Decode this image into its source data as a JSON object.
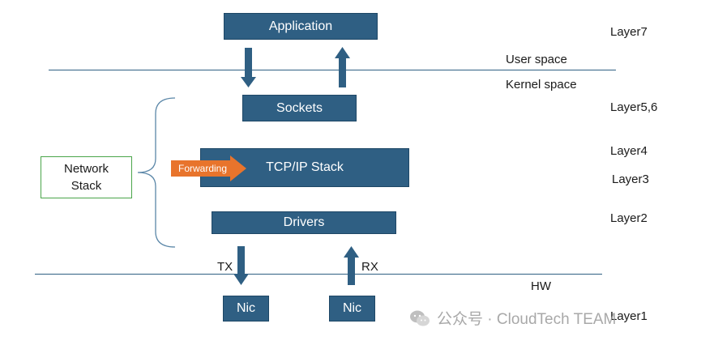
{
  "boxes": {
    "application": "Application",
    "sockets": "Sockets",
    "tcpip": "TCP/IP Stack",
    "drivers": "Drivers",
    "nic_tx": "Nic",
    "nic_rx": "Nic"
  },
  "layers": {
    "layer7": "Layer7",
    "layer56": "Layer5,6",
    "layer4": "Layer4",
    "layer3": "Layer3",
    "layer2": "Layer2",
    "layer1": "Layer1"
  },
  "spaces": {
    "user": "User space",
    "kernel": "Kernel space",
    "hw": "HW"
  },
  "network_stack": {
    "line1": "Network",
    "line2": "Stack"
  },
  "forwarding": "Forwarding",
  "tx": "TX",
  "rx": "RX",
  "watermark": "公众号 · CloudTech TEAM",
  "colors": {
    "box": "#2f5f83",
    "forwarding": "#e8742c",
    "network_border": "#4aa54a"
  }
}
